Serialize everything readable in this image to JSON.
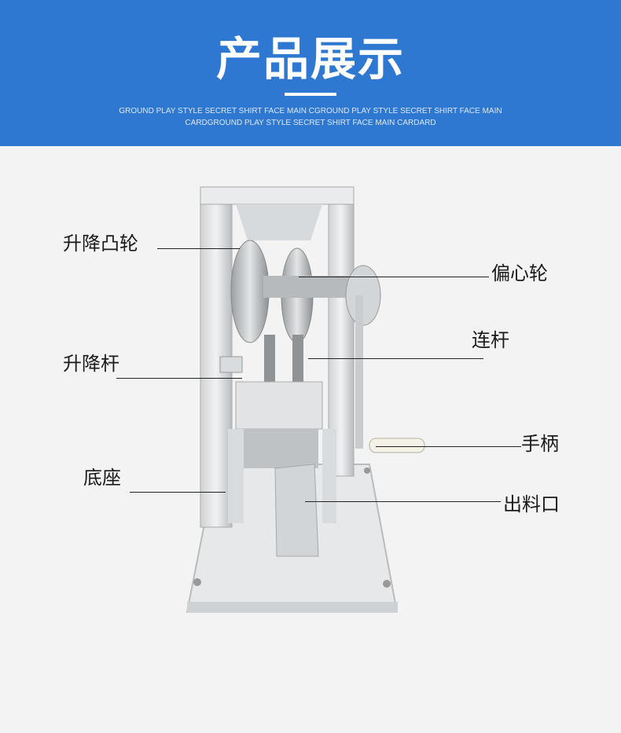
{
  "banner": {
    "title": "产品展示",
    "subtitle": "GROUND PLAY STYLE SECRET SHIRT FACE MAIN CGROUND PLAY STYLE SECRET SHIRT FACE MAIN CARDGROUND PLAY STYLE SECRET SHIRT FACE MAIN CARDARD",
    "color": "#2f78d2"
  },
  "labels": {
    "lift_cam": "升降凸轮",
    "eccentric_wheel": "偏心轮",
    "connecting_rod": "连杆",
    "lift_rod": "升降杆",
    "handle": "手柄",
    "base": "底座",
    "outlet": "出料口"
  }
}
